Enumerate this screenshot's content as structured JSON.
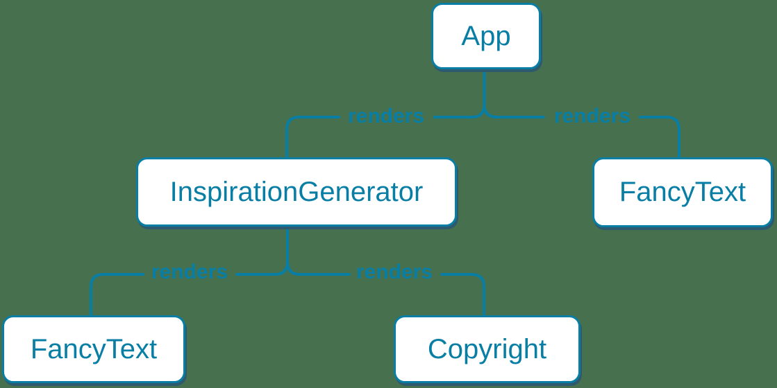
{
  "diagram": {
    "colors": {
      "background": "#47704F",
      "accent": "#087EA4",
      "box-fill": "#FFFFFF",
      "shadow": "#2D5A6E"
    },
    "nodes": [
      {
        "id": "app",
        "label": "App"
      },
      {
        "id": "inspiration-generator",
        "label": "InspirationGenerator"
      },
      {
        "id": "fancy-text-top",
        "label": "FancyText"
      },
      {
        "id": "fancy-text-bottom",
        "label": "FancyText"
      },
      {
        "id": "copyright",
        "label": "Copyright"
      }
    ],
    "edges": [
      {
        "from": "App",
        "to": "InspirationGenerator",
        "label": "renders"
      },
      {
        "from": "App",
        "to": "FancyText",
        "label": "renders"
      },
      {
        "from": "InspirationGenerator",
        "to": "FancyText",
        "label": "renders"
      },
      {
        "from": "InspirationGenerator",
        "to": "Copyright",
        "label": "renders"
      }
    ]
  }
}
